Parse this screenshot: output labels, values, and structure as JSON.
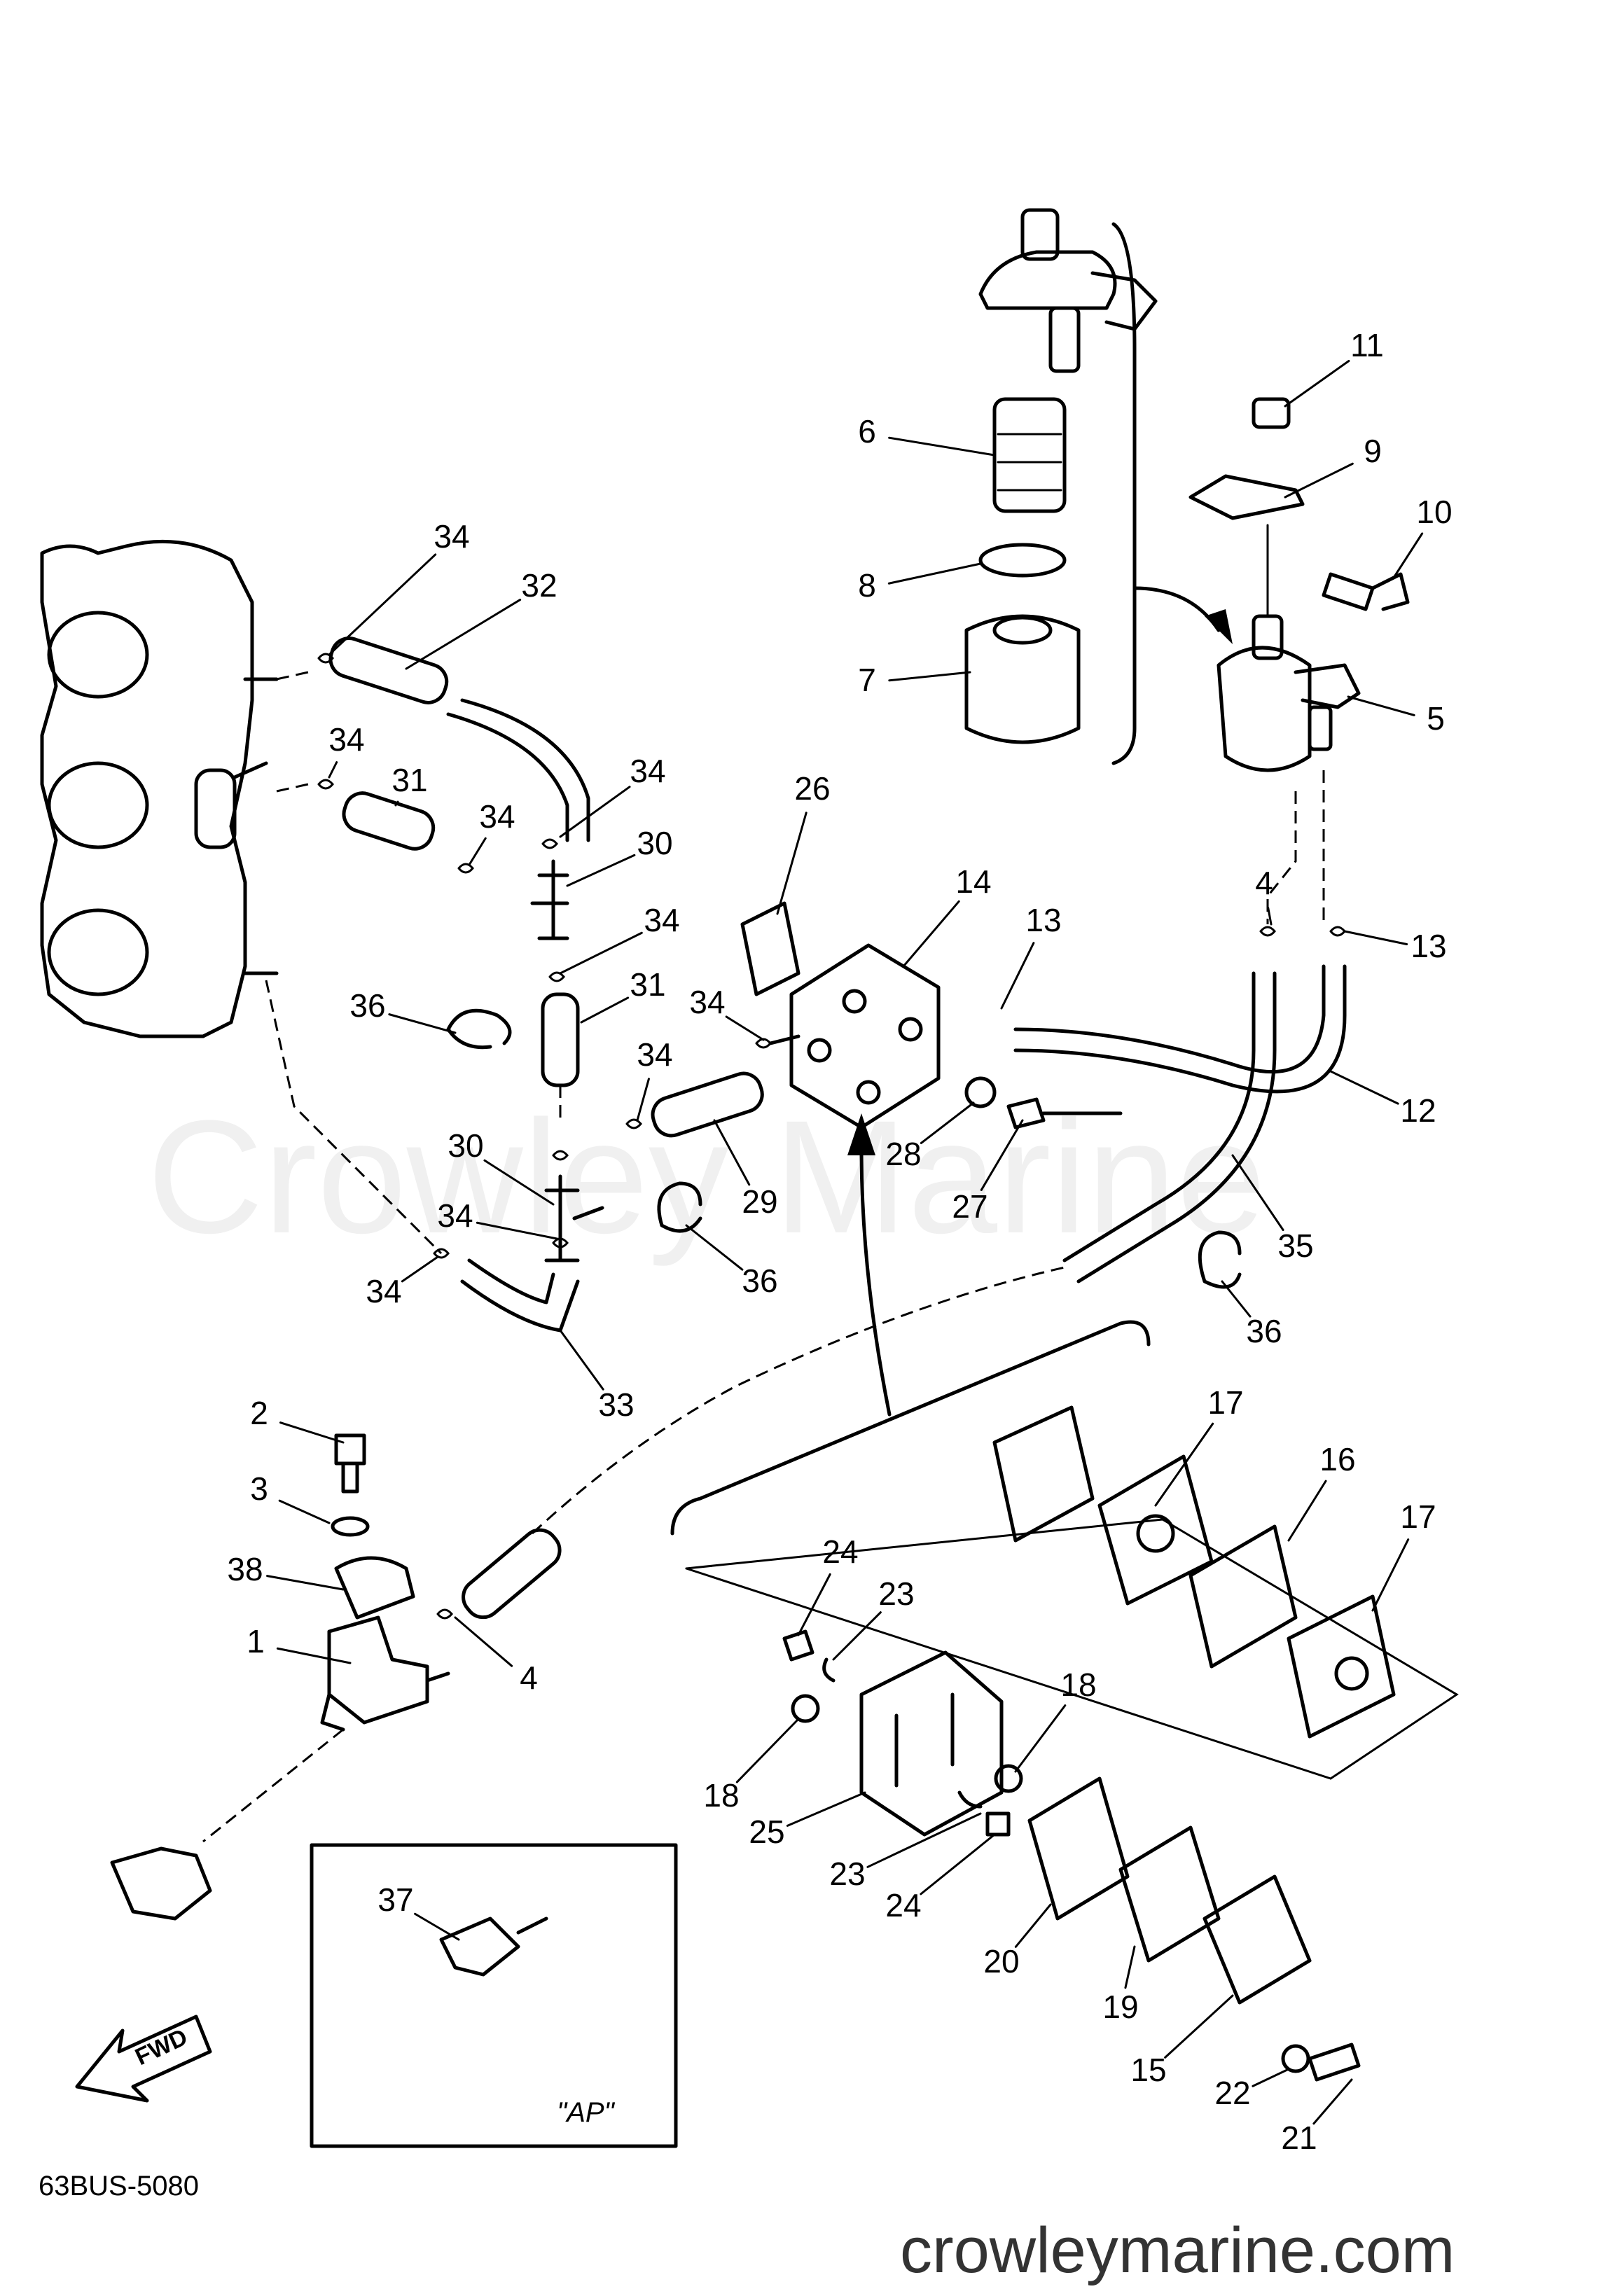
{
  "labels": [
    "1",
    "2",
    "3",
    "4",
    "4",
    "5",
    "6",
    "7",
    "8",
    "9",
    "10",
    "11",
    "12",
    "13",
    "13",
    "14",
    "15",
    "16",
    "17",
    "17",
    "18",
    "18",
    "19",
    "20",
    "21",
    "22",
    "23",
    "23",
    "24",
    "24",
    "25",
    "26",
    "27",
    "28",
    "29",
    "30",
    "30",
    "31",
    "31",
    "32",
    "33",
    "34",
    "34",
    "34",
    "34",
    "34",
    "34",
    "34",
    "34",
    "34",
    "35",
    "36",
    "36",
    "36",
    "37",
    "38"
  ],
  "diagram_code": "63BUS-5080",
  "inset_label": "\"AP\"",
  "fwd_label": "FWD",
  "watermark": "Crowley Marine",
  "site_name": "crowleymarine.com"
}
